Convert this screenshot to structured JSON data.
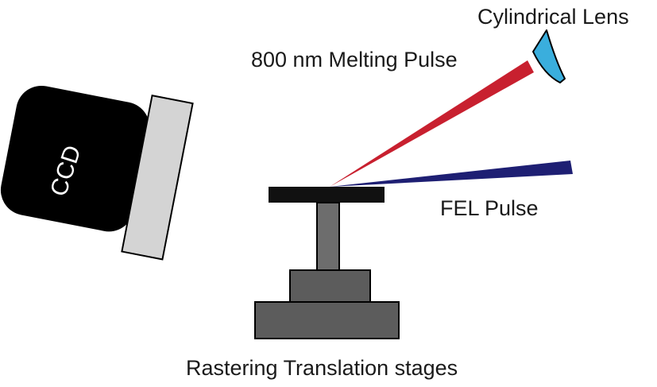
{
  "labels": {
    "cylindrical_lens": "Cylindrical Lens",
    "melting_pulse": "800 nm Melting Pulse",
    "fel_pulse": "FEL Pulse",
    "ccd": "CCD",
    "stages": "Rastering Translation stages"
  },
  "colors": {
    "melting_beam": "#c8202f",
    "fel_beam": "#1e1f73",
    "lens": "#3aaedd",
    "ccd_body": "#000000",
    "ccd_window": "#d4d4d4",
    "sample_plate": "#111111",
    "stage_post": "#6d6d6d",
    "stage_block": "#5c5c5c"
  }
}
